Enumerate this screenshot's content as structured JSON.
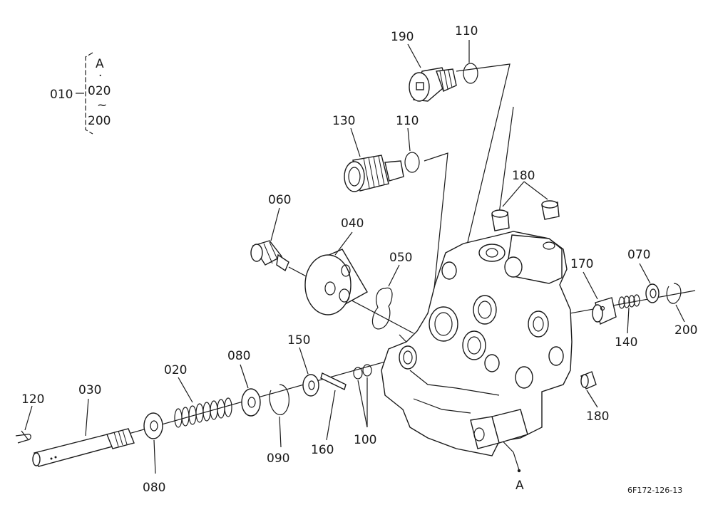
{
  "legend": {
    "group": "010",
    "top": "A",
    "dot": "·",
    "start": "020",
    "tilde": "~",
    "end": "200"
  },
  "labels": {
    "p190": "190",
    "p110a": "110",
    "p130": "130",
    "p110b": "110",
    "p180a": "180",
    "p060": "060",
    "p040": "040",
    "p050": "050",
    "p170": "170",
    "p070": "070",
    "p140": "140",
    "p200": "200",
    "p150": "150",
    "p080a": "080",
    "p020": "020",
    "p030": "030",
    "p120": "120",
    "p080b": "080",
    "p090": "090",
    "p160": "160",
    "p100": "100",
    "p180b": "180",
    "markA": "A"
  },
  "figure_id": "6F172-126-13"
}
